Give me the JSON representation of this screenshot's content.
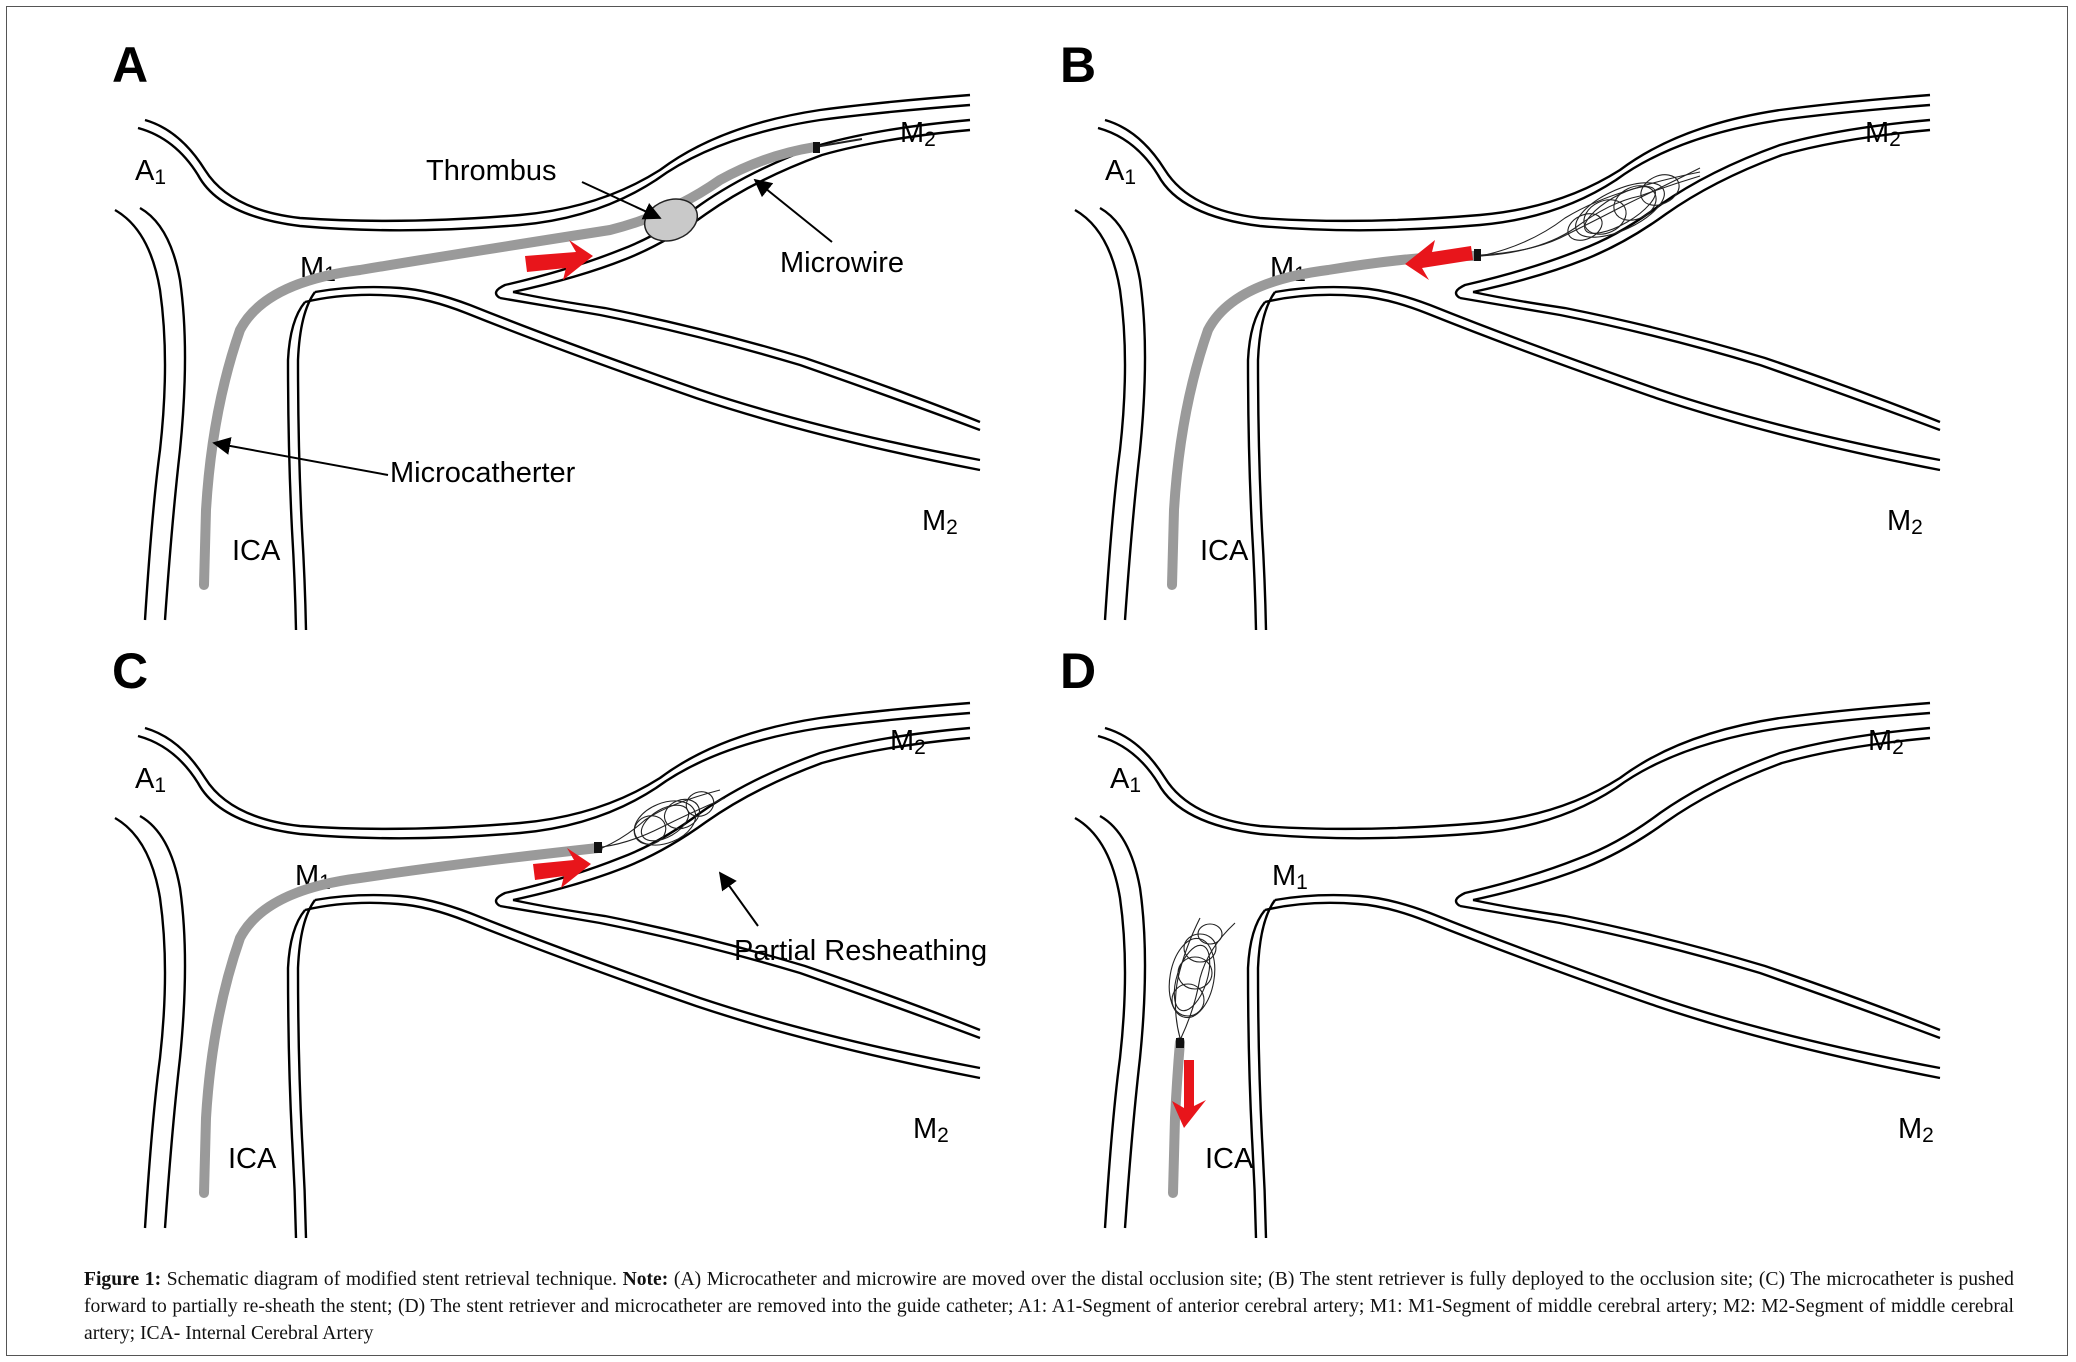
{
  "figure": {
    "panels": [
      {
        "id": "A",
        "labels": {
          "a1_main": "A",
          "a1_sub": "1",
          "m1_main": "M",
          "m1_sub": "1",
          "m2_upper_main": "M",
          "m2_upper_sub": "2",
          "m2_lower_main": "M",
          "m2_lower_sub": "2",
          "ica": "ICA"
        },
        "annotations": {
          "thrombus": "Thrombus",
          "microwire": "Microwire",
          "microcatheter": "Microcatherter"
        },
        "red_arrow_direction": "forward"
      },
      {
        "id": "B",
        "labels": {
          "a1_main": "A",
          "a1_sub": "1",
          "m1_main": "M",
          "m1_sub": "1",
          "m2_upper_main": "M",
          "m2_upper_sub": "2",
          "m2_lower_main": "M",
          "m2_lower_sub": "2",
          "ica": "ICA"
        },
        "red_arrow_direction": "backward"
      },
      {
        "id": "C",
        "labels": {
          "a1_main": "A",
          "a1_sub": "1",
          "m1_main": "M",
          "m1_sub": "1",
          "m2_upper_main": "M",
          "m2_upper_sub": "2",
          "m2_lower_main": "M",
          "m2_lower_sub": "2",
          "ica": "ICA"
        },
        "annotations": {
          "partial_resheathing": "Partial Resheathing"
        },
        "red_arrow_direction": "forward"
      },
      {
        "id": "D",
        "labels": {
          "a1_main": "A",
          "a1_sub": "1",
          "m1_main": "M",
          "m1_sub": "1",
          "m2_upper_main": "M",
          "m2_upper_sub": "2",
          "m2_lower_main": "M",
          "m2_lower_sub": "2",
          "ica": "ICA"
        },
        "red_arrow_direction": "down"
      }
    ],
    "colors": {
      "arrow": "#e8151b",
      "catheter": "#9a9a9a",
      "vessel_wall": "#000000"
    },
    "caption": {
      "label": "Figure 1:",
      "text_1": " Schematic diagram of modified stent retrieval technique. ",
      "note_label": "Note:",
      "text_2": " (A) Microcatheter and microwire are moved over the distal occlusion site; (B) The stent retriever is fully deployed to the occlusion site; (C) The microcatheter is pushed forward to partially re-sheath the stent; (D) The stent retriever and microcatheter are removed into the guide catheter; A1: A1-Segment of anterior cerebral artery; M1: M1-Segment of middle cerebral artery; M2: M2-Segment of middle cerebral artery; ICA- Internal Cerebral Artery"
    }
  }
}
